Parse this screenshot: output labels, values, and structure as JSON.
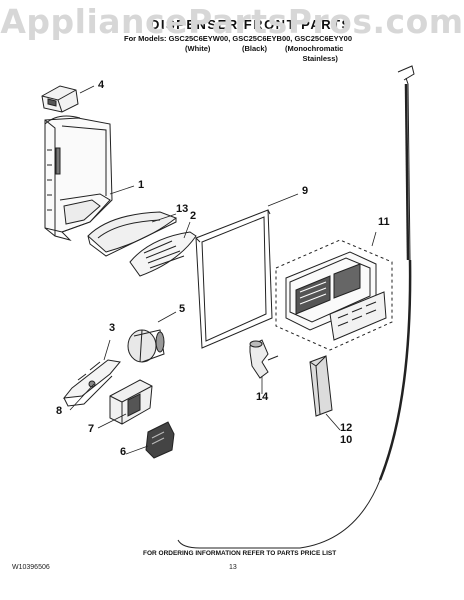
{
  "watermark": "AppliancePartsPros.com",
  "header": {
    "title": "DISPENSER FRONT PARTS",
    "models_line": "For Models: GSC25C6EYW00, GSC25C6EYB00, GSC25C6EYY00",
    "variant_white": "(White)",
    "variant_black": "(Black)",
    "variant_mono_1": "(Monochromatic",
    "variant_mono_2": "Stainless)"
  },
  "callouts": {
    "c1": "1",
    "c2": "2",
    "c3": "3",
    "c4": "4",
    "c5": "5",
    "c6": "6",
    "c7": "7",
    "c8": "8",
    "c9": "9",
    "c10": "10",
    "c11": "11",
    "c12": "12",
    "c13": "13",
    "c14": "14"
  },
  "footer": {
    "ordering_note": "FOR ORDERING INFORMATION REFER TO PARTS PRICE LIST",
    "doc_code": "W10396506",
    "page_number": "13"
  }
}
